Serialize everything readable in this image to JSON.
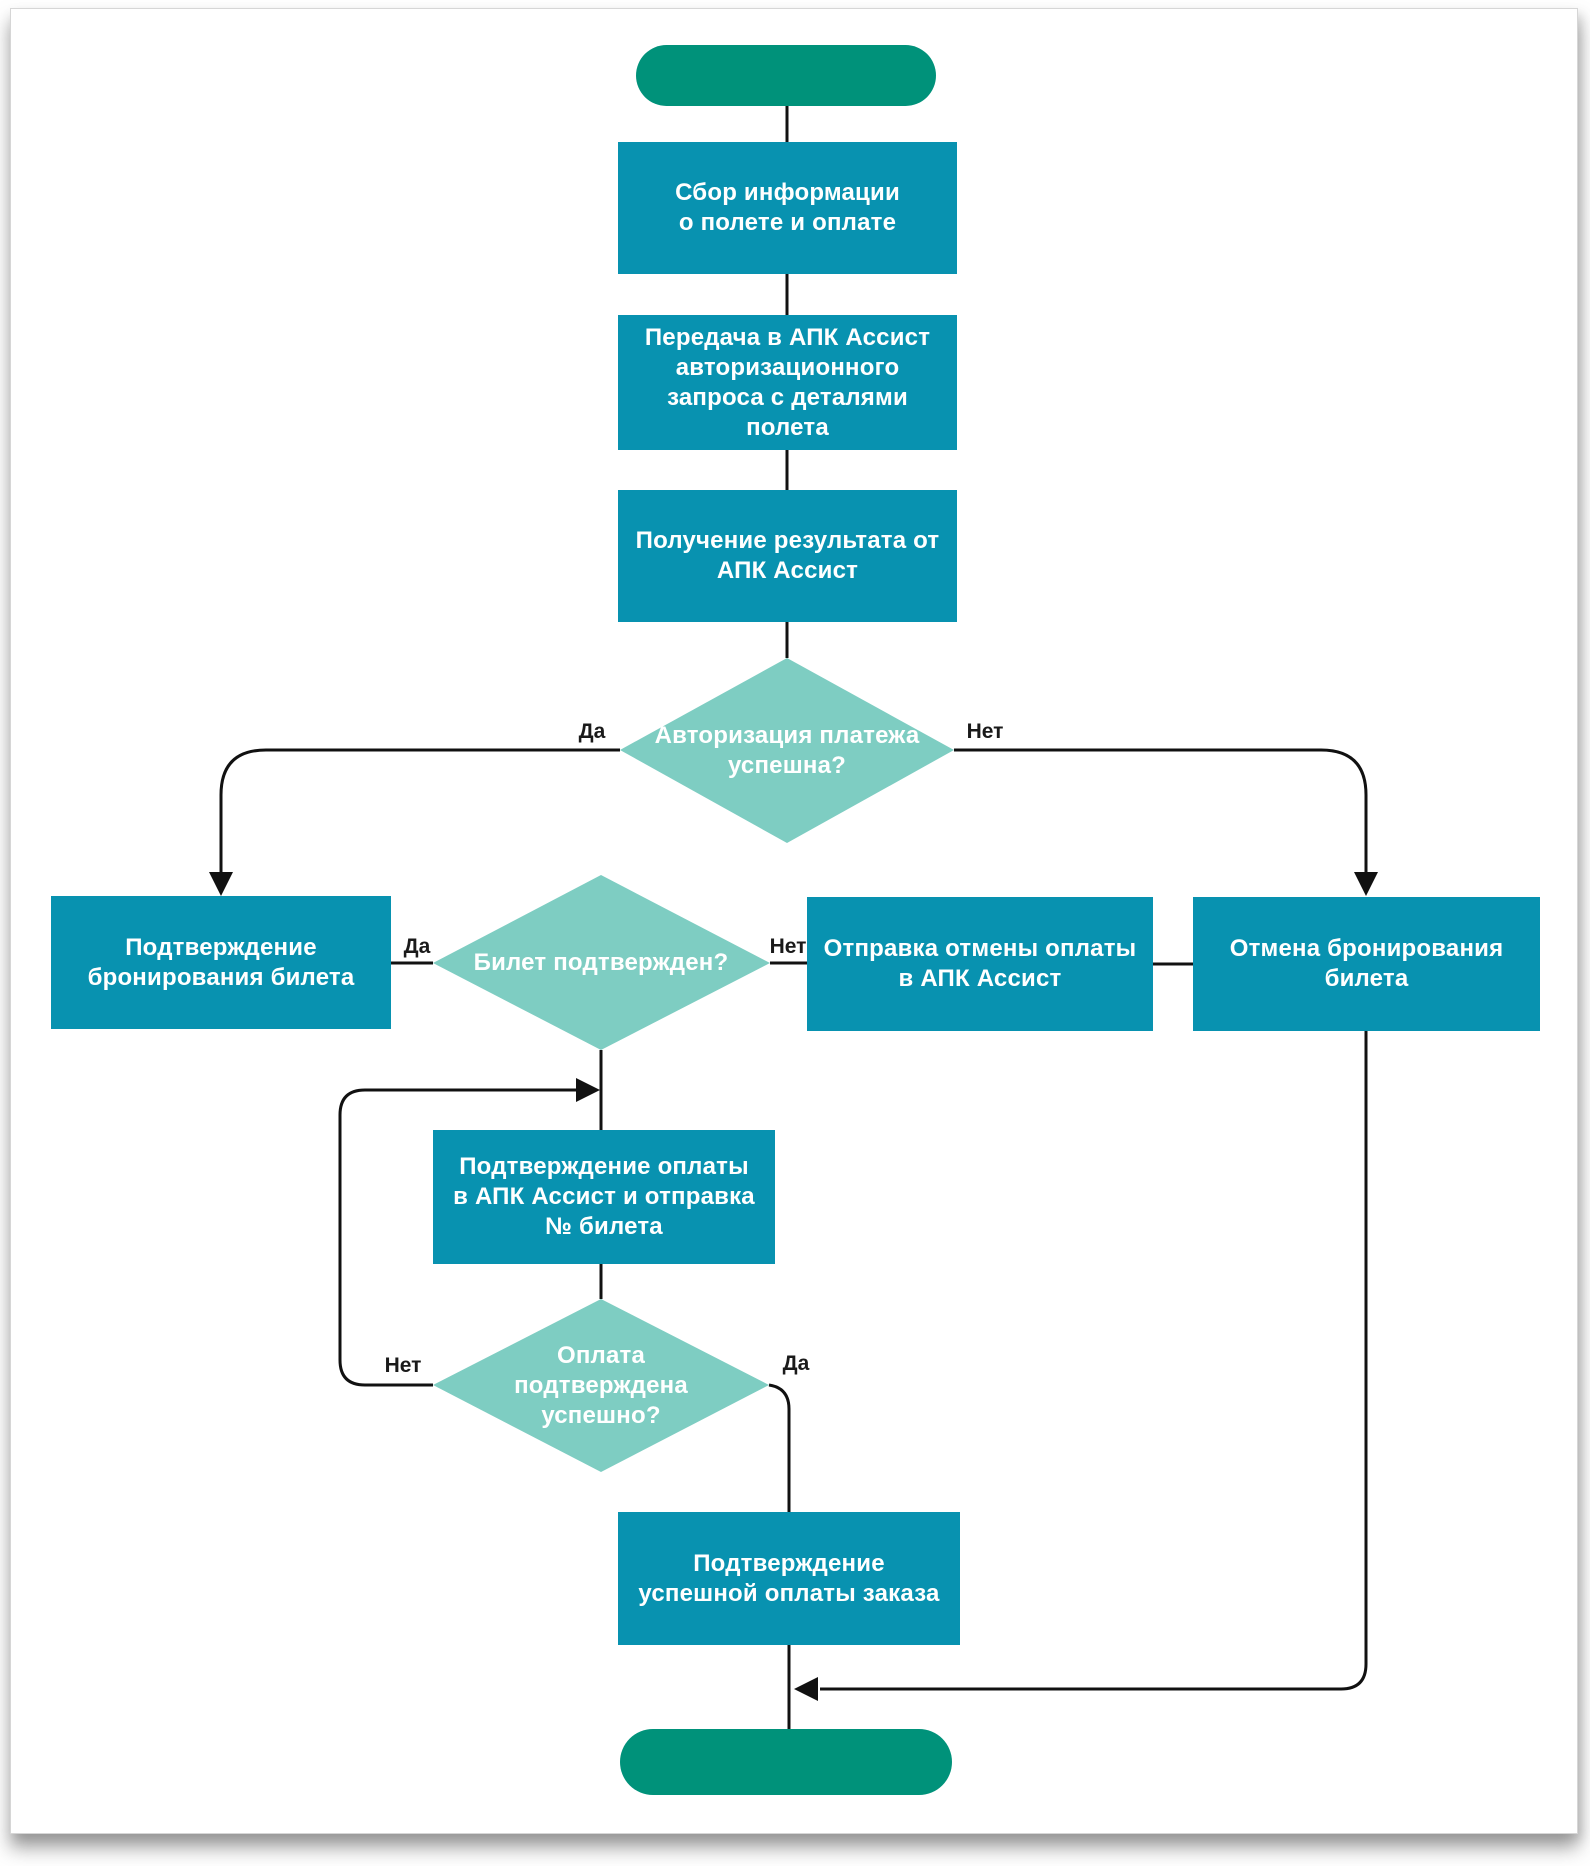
{
  "flowchart": {
    "description": "Flowchart of flight booking payment process via APK Assist",
    "colors": {
      "process_box": "#0892B0",
      "decision_diamond": "#7ECDC2",
      "terminal": "#00927A",
      "connector_line": "#111111",
      "node_text": "#ffffff",
      "edge_label_text": "#1a1a1a",
      "page_background": "#ffffff",
      "page_border": "#d6d6d6"
    },
    "nodes": {
      "start": {
        "type": "terminal",
        "text": ""
      },
      "collect_info": {
        "type": "process",
        "text": "Сбор информации\nо полете и оплате"
      },
      "send_auth_request": {
        "type": "process",
        "text": "Передача в АПК Ассист\nавторизационного\nзапроса с деталями\nполета"
      },
      "receive_result": {
        "type": "process",
        "text": "Получение результата от\nАПК Ассист"
      },
      "auth_success": {
        "type": "decision",
        "text": "Авторизация платежа\nуспешна?"
      },
      "confirm_booking": {
        "type": "process",
        "text": "Подтверждение\nбронирования билета"
      },
      "ticket_confirmed": {
        "type": "decision",
        "text": "Билет подтвержден?"
      },
      "send_payment_cancel": {
        "type": "process",
        "text": "Отправка отмены оплаты\nв АПК Ассист"
      },
      "cancel_booking": {
        "type": "process",
        "text": "Отмена бронирования\nбилета"
      },
      "confirm_payment": {
        "type": "process",
        "text": "Подтверждение оплаты\nв АПК Ассист и отправка\n№ билета"
      },
      "payment_confirmed": {
        "type": "decision",
        "text": "Оплата\nподтверждена\nуспешно?"
      },
      "confirm_order_paid": {
        "type": "process",
        "text": "Подтверждение\nуспешной оплаты заказа"
      },
      "end": {
        "type": "terminal",
        "text": ""
      }
    },
    "edge_labels": {
      "auth_yes": "Да",
      "auth_no": "Нет",
      "ticket_yes": "Да",
      "ticket_no": "Нет",
      "payment_no": "Нет",
      "payment_yes": "Да"
    }
  }
}
